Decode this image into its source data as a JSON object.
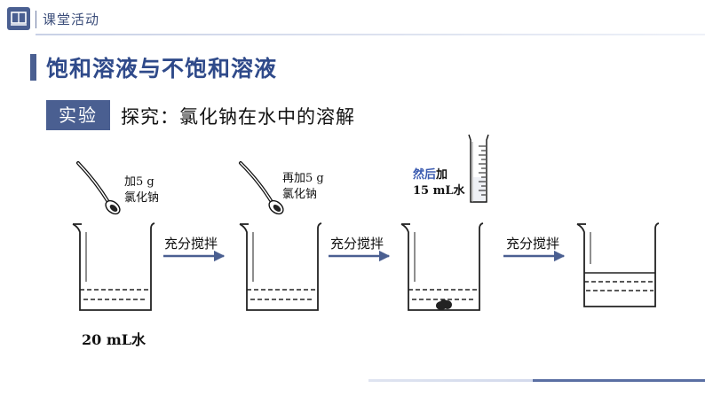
{
  "header": {
    "section_label": "课堂活动",
    "logo_icon": "book-icon",
    "accent": "#4a5f91"
  },
  "title": "饱和溶液与不饱和溶液",
  "experiment": {
    "badge": "实验",
    "description": "探究：氯化钠在水中的溶解"
  },
  "steps": {
    "step1_line1": "加5 g",
    "step1_line2": "氯化钠",
    "step2_line1": "再加5 g",
    "step2_line2": "氯化钠",
    "step3_prefix": "然后",
    "step3_suffix": "加",
    "step3_line2": "15 mL水",
    "stir1": "充分搅拌",
    "stir2": "充分搅拌",
    "stir3": "充分搅拌"
  },
  "initial_water": "20 mL水"
}
